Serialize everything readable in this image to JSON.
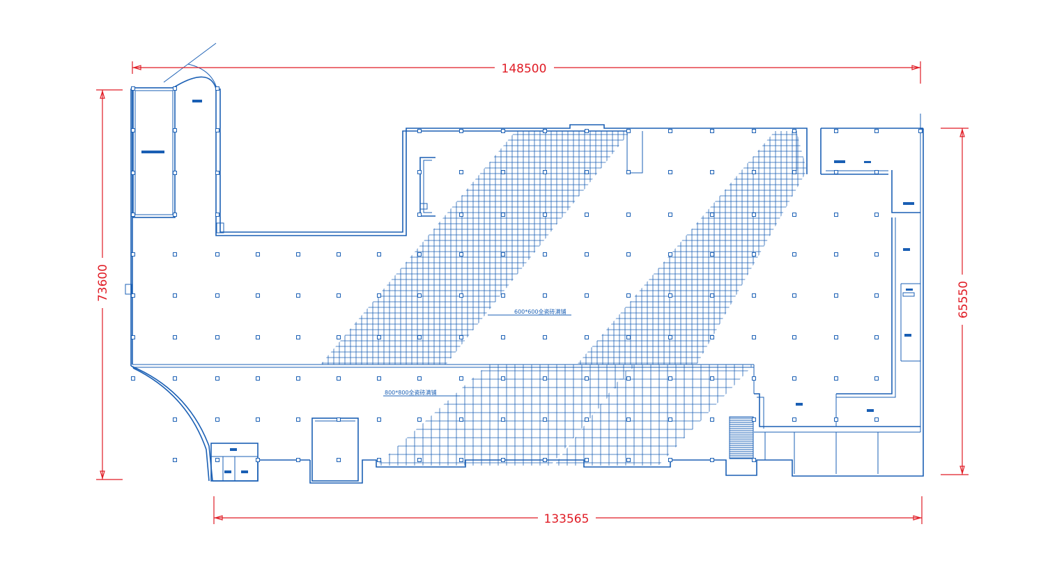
{
  "dimensions": {
    "top": "148500",
    "left": "73600",
    "right": "65550",
    "bottom": "133565"
  },
  "annotations": {
    "tile_600": "600*600全瓷砖满铺",
    "tile_800": "800*800全瓷砖满铺"
  },
  "colors": {
    "plan_lines": "#1a5fb4",
    "dimension_lines": "#e01b24",
    "background": "#ffffff"
  }
}
